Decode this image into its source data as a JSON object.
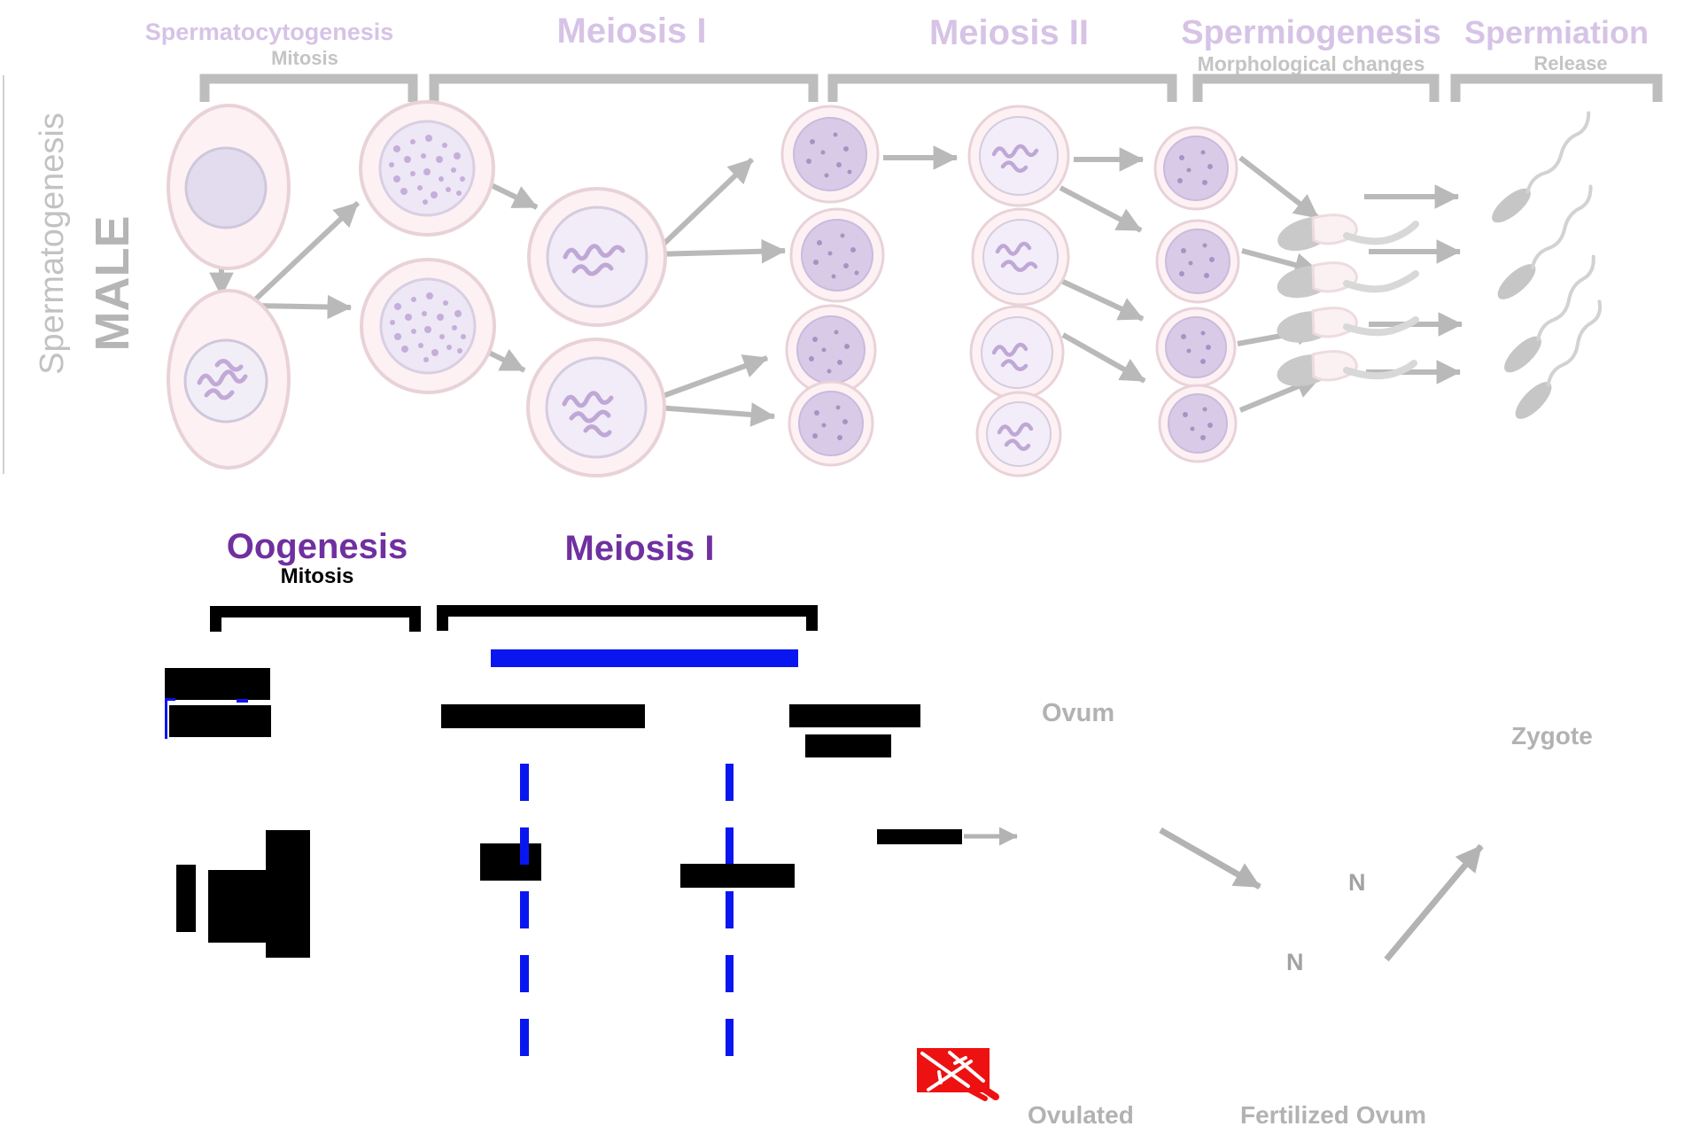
{
  "male_section": {
    "side_label": "Spermatogenesis",
    "side_sublabel": "MALE",
    "stages": [
      {
        "label": "Spermatocytogenesis",
        "sublabel": "Mitosis"
      },
      {
        "label": "Meiosis I",
        "sublabel": ""
      },
      {
        "label": "Meiosis II",
        "sublabel": ""
      },
      {
        "label": "Spermiogenesis",
        "sublabel": "Morphological changes"
      },
      {
        "label": "Spermiation",
        "sublabel": "Release"
      }
    ]
  },
  "female_section": {
    "title": "Oogenesis",
    "mitosis_label": "Mitosis",
    "meiosis1_label": "Meiosis I",
    "labels": {
      "ovum": "Ovum",
      "zygote": "Zygote",
      "n_upper": "N",
      "n_lower": "N",
      "ovulated": "Ovulated",
      "fertilized_ovum": "Fertilized Ovum"
    }
  },
  "colors": {
    "oogenesis_purple": "#7030a0",
    "faded_purple": "#d6c3e6",
    "annotation_blue": "#0a16f0",
    "scribble_red": "#ee1111",
    "redaction_black": "#000000",
    "label_gray": "#b2b2b2"
  }
}
